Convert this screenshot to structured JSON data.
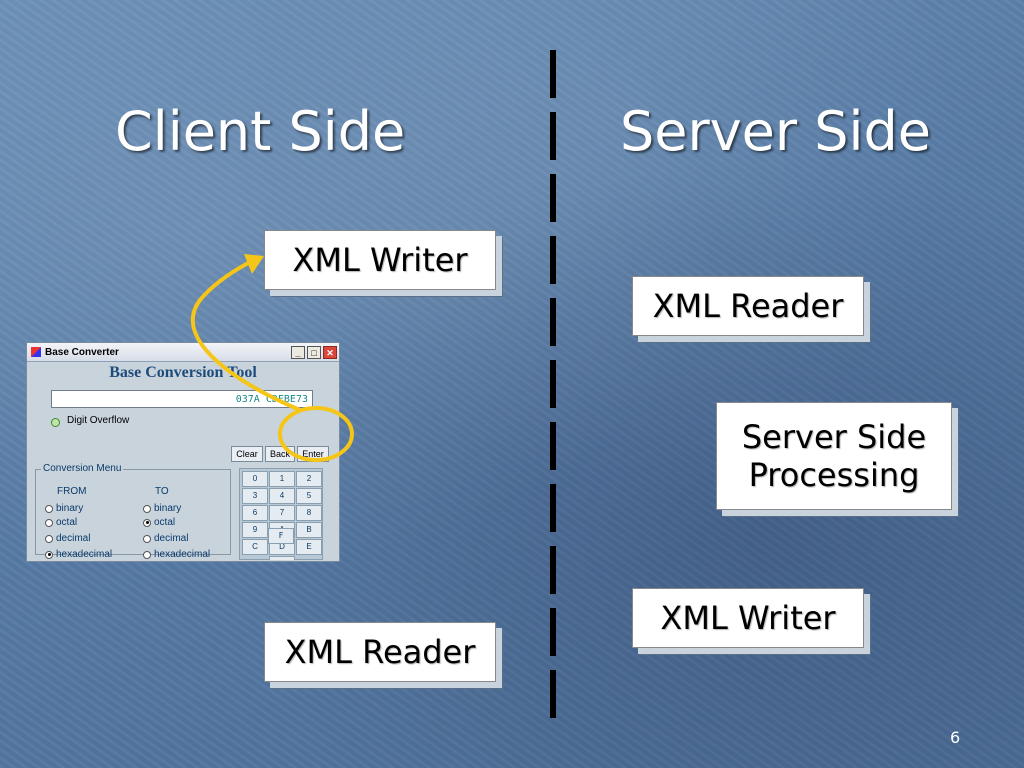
{
  "slide": {
    "left_heading": "Client Side",
    "right_heading": "Server Side",
    "page_number": "6"
  },
  "boxes": {
    "client_writer": "XML Writer",
    "client_reader": "XML Reader",
    "server_reader": "XML Reader",
    "server_processing_line1": "Server Side",
    "server_processing_line2": "Processing",
    "server_writer": "XML Writer"
  },
  "app_window": {
    "title": "Base Converter",
    "heading": "Base Conversion Tool",
    "display_value": "037A CDFBE73",
    "overflow_label": "Digit Overflow",
    "buttons": {
      "clear": "Clear",
      "back": "Back",
      "enter": "Enter"
    },
    "menu_title": "Conversion Menu",
    "from_label": "FROM",
    "to_label": "TO",
    "from_options": [
      "binary",
      "octal",
      "decimal",
      "hexadecimal"
    ],
    "to_options": [
      "binary",
      "octal",
      "decimal",
      "hexadecimal"
    ],
    "from_selected": "hexadecimal",
    "to_selected": "octal",
    "keys": [
      "0",
      "1",
      "2",
      "3",
      "4",
      "5",
      "6",
      "7",
      "8",
      "9",
      "A",
      "B",
      "C",
      "D",
      "E",
      "F"
    ]
  },
  "colors": {
    "highlight": "#f5c518",
    "background": "#587ca6"
  }
}
